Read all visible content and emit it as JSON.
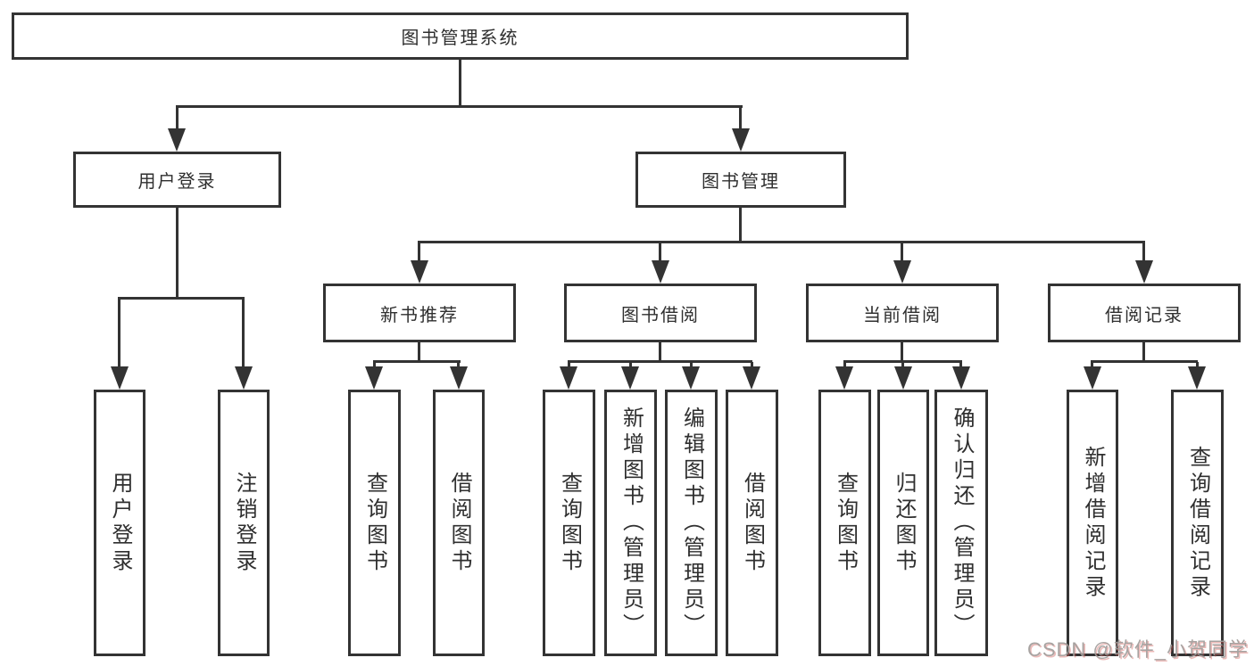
{
  "page": {
    "background": "#ffffff"
  },
  "diagram": {
    "stroke_color": "#333333",
    "root": {
      "label": "图书管理系统"
    },
    "level2": [
      {
        "label": "用户登录",
        "children": [
          {
            "label": "用户登录"
          },
          {
            "label": "注销登录"
          }
        ]
      },
      {
        "label": "图书管理",
        "children": [
          {
            "label": "新书推荐",
            "children": [
              {
                "label": "查询图书"
              },
              {
                "label": "借阅图书"
              }
            ]
          },
          {
            "label": "图书借阅",
            "children": [
              {
                "label": "查询图书"
              },
              {
                "label": "新增图书（管理员）"
              },
              {
                "label": "编辑图书（管理员）"
              },
              {
                "label": "借阅图书"
              }
            ]
          },
          {
            "label": "当前借阅",
            "children": [
              {
                "label": "查询图书"
              },
              {
                "label": "归还图书"
              },
              {
                "label": "确认归还（管理员）"
              }
            ]
          },
          {
            "label": "借阅记录",
            "children": [
              {
                "label": "新增借阅记录"
              },
              {
                "label": "查询借阅记录"
              }
            ]
          }
        ]
      }
    ]
  },
  "watermark": {
    "text": "CSDN @软件_小贺同学",
    "color": "#a09c9a"
  }
}
